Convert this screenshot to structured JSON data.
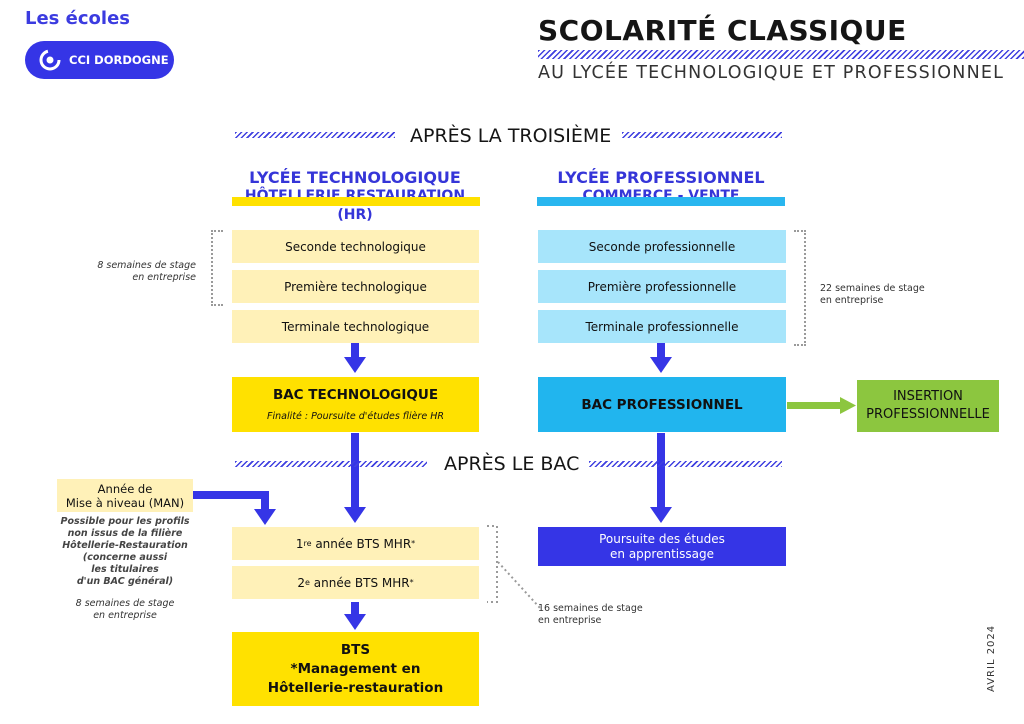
{
  "header": {
    "schools_label": "Les écoles",
    "logo_text": "CCI DORDOGNE",
    "title": "SCOLARITÉ CLASSIQUE",
    "subtitle": "AU LYCÉE TECHNOLOGIQUE ET PROFESSIONNEL"
  },
  "sections": {
    "after_third": "APRÈS LA TROISIÈME",
    "after_bac": "APRÈS LE BAC"
  },
  "tech": {
    "heading_line1": "LYCÉE TECHNOLOGIQUE",
    "heading_line2": "HÔTELLERIE RESTAURATION (HR)",
    "steps": [
      "Seconde technologique",
      "Première technologique",
      "Terminale technologique"
    ],
    "internship": "8 semaines de stage\nen entreprise",
    "bac_title": "BAC TECHNOLOGIQUE",
    "bac_note": "Finalité : Poursuite d'études flière HR"
  },
  "pro": {
    "heading_line1": "LYCÉE PROFESSIONNEL",
    "heading_line2": "COMMERCE - VENTE",
    "steps": [
      "Seconde professionnelle",
      "Première professionnelle",
      "Terminale professionnelle"
    ],
    "internship": "22 semaines de stage\nen entreprise",
    "bac_title": "BAC PROFESSIONNEL",
    "insertion": "INSERTION\nPROFESSIONNELLE",
    "apprentice": "Poursuite des études\nen apprentissage"
  },
  "bts": {
    "year1_prefix": "1",
    "year1_sup": "re",
    "year1_rest": " année BTS MHR",
    "year1_star": "*",
    "year2_prefix": "2",
    "year2_sup": "e",
    "year2_rest": " année BTS MHR",
    "year2_star": "*",
    "internship_left": "8 semaines de stage\nen entreprise",
    "internship_right": "16 semaines de stage\nen entreprise",
    "final_line1": "BTS",
    "final_line2": "*Management en",
    "final_line3": "Hôtellerie-restauration"
  },
  "man": {
    "title": "Année de\nMise à niveau (MAN)",
    "note": "Possible pour les profils\nnon issus de la filière\nHôtellerie-Restauration\n(concerne aussi\nles titulaires\nd'un BAC général)"
  },
  "footer": {
    "date": "AVRIL 2024"
  },
  "colors": {
    "accent_blue": "#3535e6",
    "yellow": "#ffe100",
    "pale_yellow": "#fff1b8",
    "cyan": "#21b5ee",
    "pale_cyan": "#a7e5fb",
    "green": "#8cc63f",
    "indigo": "#3b3be0"
  }
}
